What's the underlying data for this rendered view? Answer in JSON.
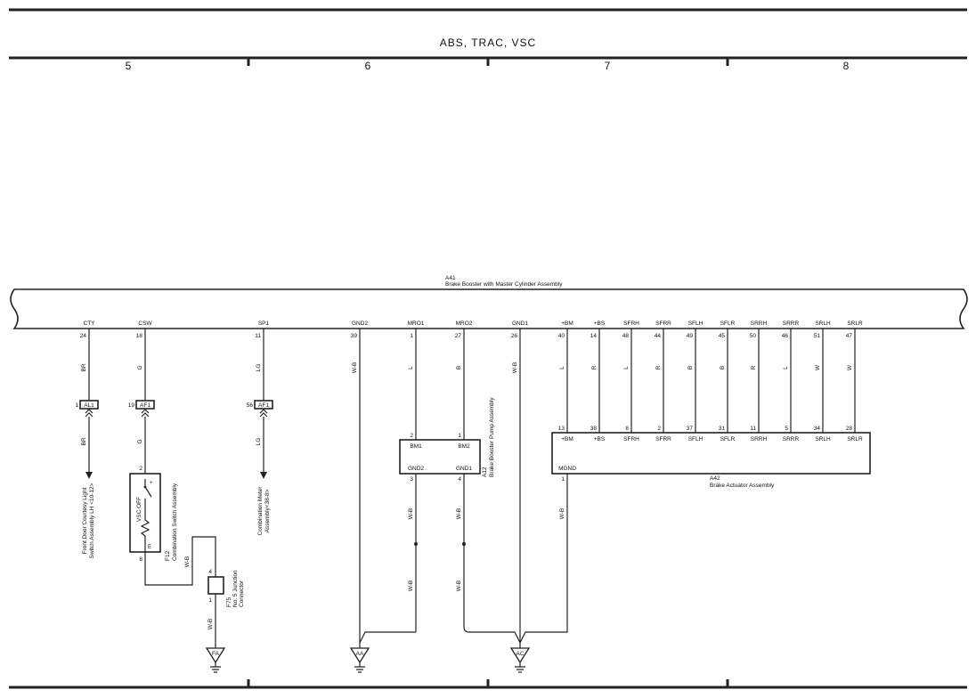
{
  "title": "ABS, TRAC, VSC",
  "columns": [
    "5",
    "6",
    "7",
    "8"
  ],
  "a41": {
    "code": "A41",
    "name": "Brake Booster with Master Cylinder Assembly",
    "terminals": [
      {
        "name": "CTY",
        "pin": "24"
      },
      {
        "name": "CSW",
        "pin": "18"
      },
      {
        "name": "SP1",
        "pin": "11"
      },
      {
        "name": "GND2",
        "pin": "39"
      },
      {
        "name": "MRO1",
        "pin": "1"
      },
      {
        "name": "MRO2",
        "pin": "27"
      },
      {
        "name": "GND1",
        "pin": "26"
      },
      {
        "name": "+BM",
        "pin": "40"
      },
      {
        "name": "+BS",
        "pin": "14"
      },
      {
        "name": "SFRH",
        "pin": "48"
      },
      {
        "name": "SFRR",
        "pin": "44"
      },
      {
        "name": "SFLH",
        "pin": "49"
      },
      {
        "name": "SFLR",
        "pin": "45"
      },
      {
        "name": "SRRH",
        "pin": "50"
      },
      {
        "name": "SRRR",
        "pin": "46"
      },
      {
        "name": "SRLH",
        "pin": "51"
      },
      {
        "name": "SRLR",
        "pin": "47"
      }
    ]
  },
  "wire_colors": {
    "cty_upper": "BR",
    "cty_lower": "BR",
    "csw_upper": "G",
    "csw_lower": "G",
    "sp1_upper": "LG",
    "sp1_lower": "LG",
    "gnd2": "W-B",
    "mro1": "L",
    "mro2": "B",
    "gnd1": "W-B",
    "pm_lower_left": "W-B",
    "pm_lower_right": "W-B",
    "pm_ground_left": "W-B",
    "pm_ground_right": "W-B",
    "actuator": [
      "L",
      "R",
      "L",
      "R",
      "B",
      "B",
      "R",
      "L",
      "W",
      "W"
    ],
    "mgnd": "W-B",
    "switch_out": "W-B",
    "jc_out": "W-B"
  },
  "connectors": {
    "al1": {
      "pin": "1",
      "code": "AL1"
    },
    "af1_csw": {
      "pin": "19",
      "code": "AF1"
    },
    "af1_sp1": {
      "pin": "56",
      "code": "AF1"
    }
  },
  "front_door": {
    "line1": "Front Door Courtesy Light",
    "line2": "Switch Assembly LH <10-12>"
  },
  "combination_meter": {
    "line1": "Combination Meter",
    "line2": "Assembly<38-8>"
  },
  "switch": {
    "pin_top": "2",
    "pin_bottom": "8",
    "label": "VSC OFF",
    "plus": "+",
    "e": "E",
    "code": "F12",
    "name": "Combination Switch Assembly"
  },
  "junction": {
    "pin_top": "4",
    "pin_bottom": "1",
    "code": "F75",
    "line1": "No. 5 Junction",
    "line2": "Connector"
  },
  "pump": {
    "code": "A12",
    "name": "Brake Booster Pump Assembly",
    "pins": {
      "bm1": "2",
      "bm2": "1",
      "gnd2": "3",
      "gnd1": "4"
    },
    "terms": {
      "bm1": "BM1",
      "bm2": "BM2",
      "gnd2": "GND2",
      "gnd1": "GND1"
    }
  },
  "actuator": {
    "code": "A42",
    "name": "Brake Actuator Assembly",
    "terminals": [
      {
        "name": "+BM",
        "pin": "13"
      },
      {
        "name": "+BS",
        "pin": "38"
      },
      {
        "name": "SFRH",
        "pin": "8"
      },
      {
        "name": "SFRR",
        "pin": "2"
      },
      {
        "name": "SFLH",
        "pin": "37"
      },
      {
        "name": "SFLR",
        "pin": "31"
      },
      {
        "name": "SRRH",
        "pin": "11"
      },
      {
        "name": "SRRR",
        "pin": "5"
      },
      {
        "name": "SRLH",
        "pin": "34"
      },
      {
        "name": "SRLR",
        "pin": "28"
      }
    ],
    "mgnd": {
      "name": "MGND",
      "pin": "1"
    }
  },
  "grounds": [
    "FA",
    "AA",
    "AC"
  ]
}
